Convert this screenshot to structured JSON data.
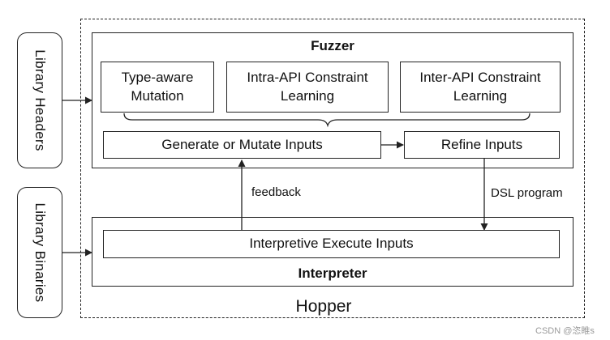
{
  "side": {
    "headers": "Library Headers",
    "binaries": "Library Binaries"
  },
  "hopper": {
    "label": "Hopper"
  },
  "fuzzer": {
    "title": "Fuzzer",
    "modules": {
      "type_aware": "Type-aware Mutation",
      "intra_api": "Intra-API Constraint Learning",
      "inter_api": "Inter-API Constraint Learning"
    },
    "generate": "Generate or Mutate Inputs",
    "refine": "Refine Inputs"
  },
  "interpreter": {
    "title": "Interpreter",
    "execute": "Interpretive Execute Inputs"
  },
  "edges": {
    "feedback": "feedback",
    "dsl": "DSL program"
  },
  "watermark": "CSDN @恣睢s"
}
